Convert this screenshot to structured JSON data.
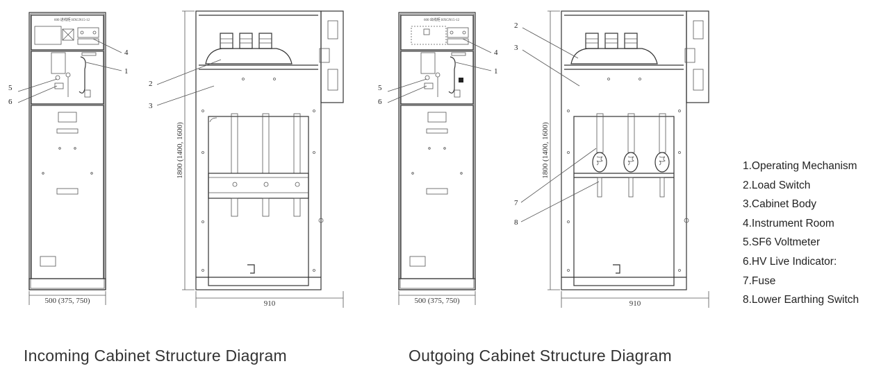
{
  "incoming": {
    "caption": "Incoming Cabinet Structure Diagram",
    "front_width_label": "500 (375, 750)",
    "side_width_label": "910",
    "height_label": "1800 (1400, 1600)",
    "callouts": [
      "1",
      "2",
      "3",
      "4",
      "5",
      "6"
    ]
  },
  "outgoing": {
    "caption": "Outgoing Cabinet Structure Diagram",
    "front_width_label": "500 (375, 750)",
    "side_width_label": "910",
    "height_label": "1800 (1400, 1600)",
    "callouts": [
      "1",
      "2",
      "3",
      "4",
      "5",
      "6",
      "7",
      "8"
    ]
  },
  "legend": [
    "1.Operating Mechanism",
    "2.Load Switch",
    "3.Cabinet Body",
    "4.Instrument Room",
    "5.SF6 Voltmeter",
    "6.HV Live Indicator:",
    "7.Fuse",
    "8.Lower Earthing Switch"
  ]
}
